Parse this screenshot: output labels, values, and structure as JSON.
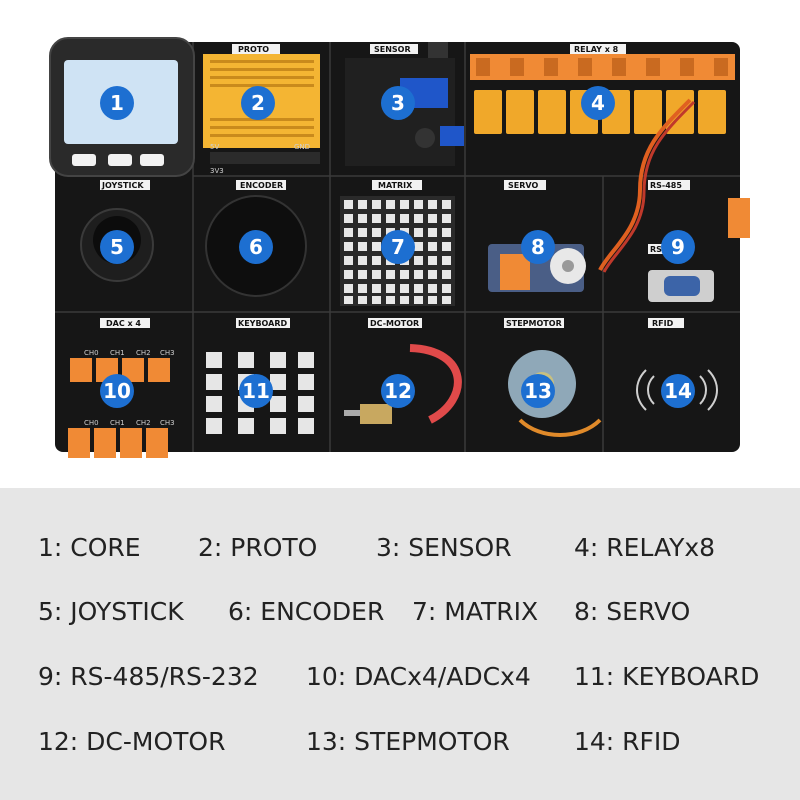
{
  "board": {
    "silkscreen": {
      "proto": "PROTO",
      "sensor": "SENSOR",
      "relay": "RELAY x 8",
      "joystick": "JOYSTICK",
      "encoder": "ENCODER",
      "matrix": "MATRIX",
      "servo": "SERVO",
      "rs485": "RS-485",
      "rs232": "RS",
      "dac": "DAC x 4",
      "keyboard": "KEYBOARD",
      "dcmotor": "DC-MOTOR",
      "stepmotor": "STEPMOTOR",
      "rfid": "RFID",
      "v5": "5V",
      "v33": "3V3",
      "gnd": "GND",
      "ch0": "CH0",
      "ch1": "CH1",
      "ch2": "CH2",
      "ch3": "CH3"
    },
    "badges": [
      "1",
      "2",
      "3",
      "4",
      "5",
      "6",
      "7",
      "8",
      "9",
      "10",
      "11",
      "12",
      "13",
      "14"
    ],
    "colors": {
      "pcb": "#161616",
      "badge": "#1d6fd1",
      "terminal": "#f08a35",
      "relay": "#f0a82a",
      "proto": "#f4b533",
      "matrix_led": "#e8e8e8"
    }
  },
  "legend": {
    "items": [
      "1: CORE",
      "2: PROTO",
      "3: SENSOR",
      "4: RELAYx8",
      "5: JOYSTICK",
      "6: ENCODER",
      "7: MATRIX",
      "8: SERVO",
      "9: RS-485/RS-232",
      "10: DACx4/ADCx4",
      "11: KEYBOARD",
      "12: DC-MOTOR",
      "13: STEPMOTOR",
      "14: RFID"
    ]
  }
}
